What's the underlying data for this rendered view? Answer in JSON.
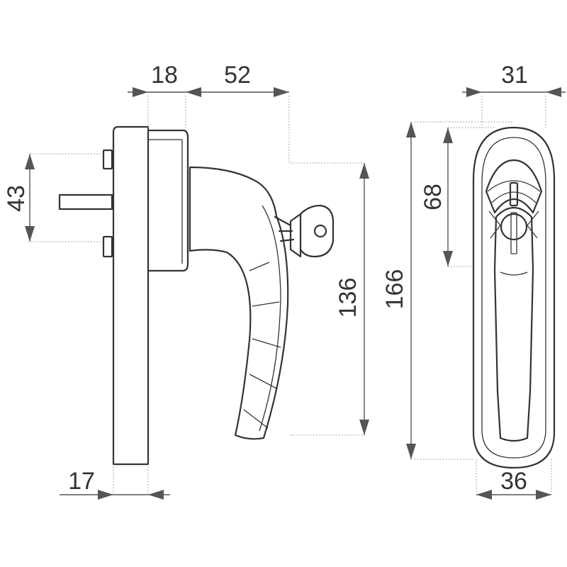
{
  "dimensions": {
    "top_left": "18",
    "top_mid": "52",
    "top_right": "31",
    "left_vertical": "43",
    "height_handle": "136",
    "height_rose": "166",
    "height_inner": "68",
    "bottom_left": "17",
    "bottom_right": "36"
  },
  "colors": {
    "line": "#333333",
    "dimension": "#555555",
    "extension": "#888888",
    "background": "#ffffff"
  }
}
